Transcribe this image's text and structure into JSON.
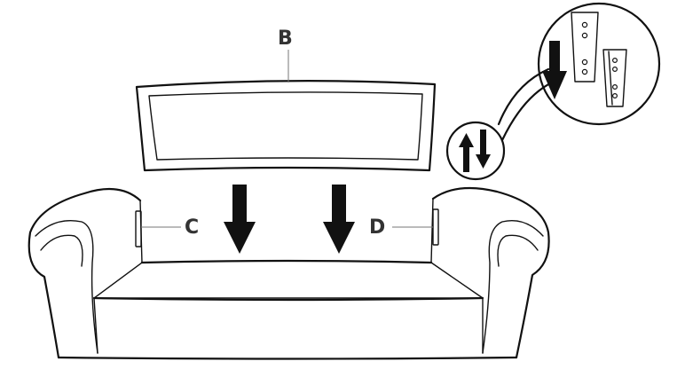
{
  "labels": {
    "backrest": "B",
    "left_bracket": "C",
    "right_bracket": "D"
  },
  "colors": {
    "line": "#111111",
    "label": "#333333",
    "background": "#ffffff"
  },
  "icons": {
    "down_arrow": "arrow-down-icon",
    "up_down_arrows": "up-down-arrows-icon",
    "detail_bubble": "magnifier-detail-callout"
  }
}
